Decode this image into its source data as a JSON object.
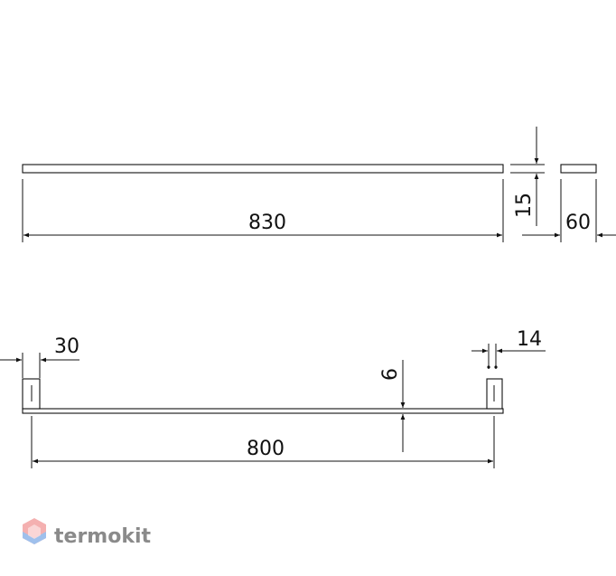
{
  "dimensions": {
    "overall_length": "830",
    "thickness": "15",
    "depth": "60",
    "mount_width": "30",
    "bar_gap": "6",
    "mount_spacing": "800",
    "mount_depth": "14"
  },
  "brand": {
    "name": "termokit",
    "colors": {
      "text": "#8a8a8a",
      "logo_top": "#f08a8a",
      "logo_bottom": "#8ab4e8"
    }
  }
}
